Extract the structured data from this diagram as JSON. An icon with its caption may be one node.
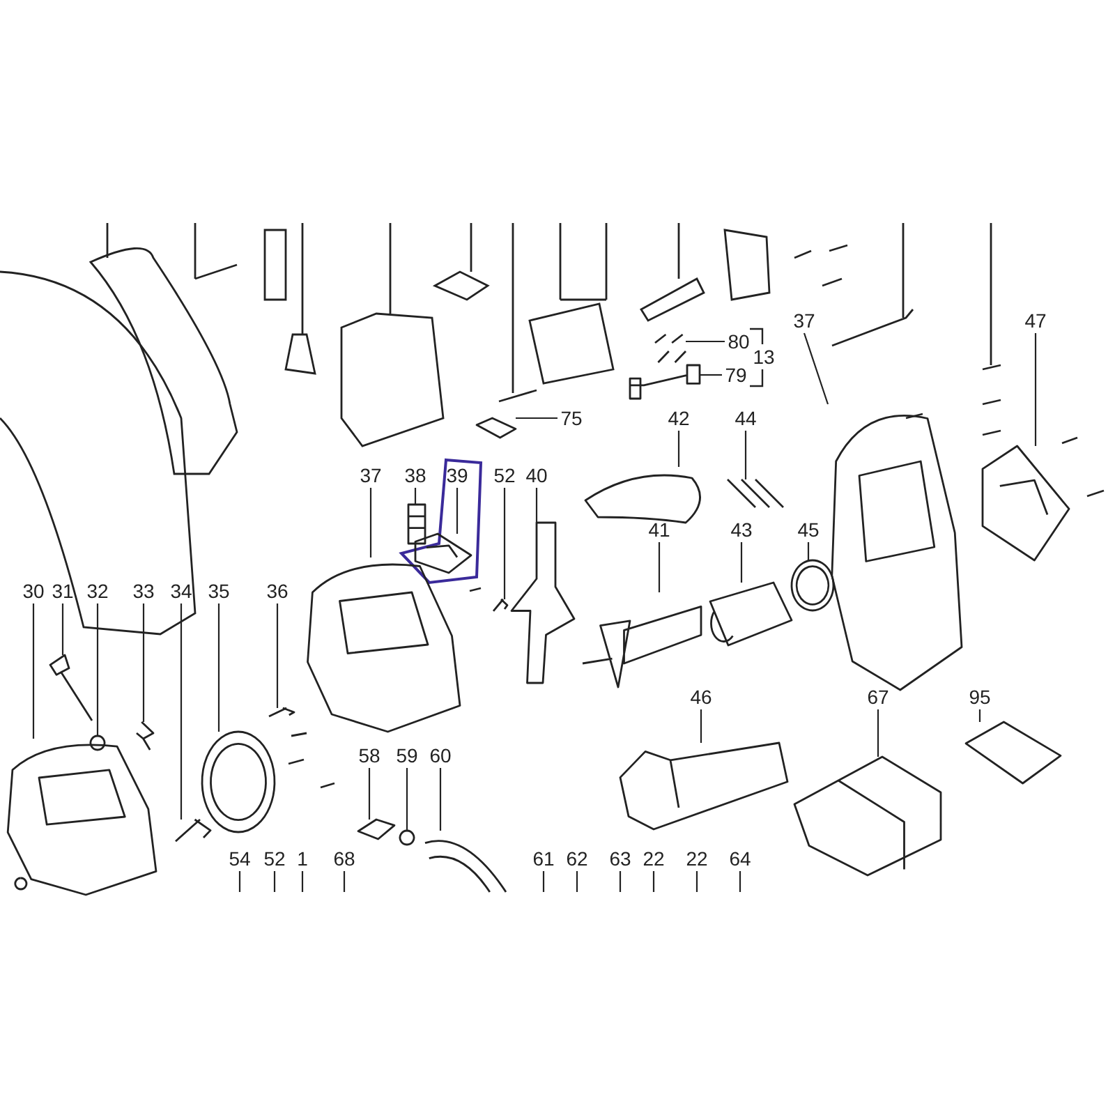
{
  "diagram": {
    "nodes": [
      {
        "text": [
          "37"
        ]
      },
      {
        "text": [
          "47"
        ]
      },
      {
        "text": [
          "80"
        ]
      },
      {
        "text": [
          "79"
        ]
      },
      {
        "text": [
          "75"
        ]
      },
      {
        "text": [
          "42"
        ]
      },
      {
        "text": [
          "44"
        ]
      },
      {
        "text": [
          "37"
        ]
      },
      {
        "text": [
          "38"
        ]
      },
      {
        "text": [
          "39"
        ]
      },
      {
        "text": [
          "52"
        ]
      },
      {
        "text": [
          "40"
        ]
      },
      {
        "text": [
          "41"
        ]
      },
      {
        "text": [
          "43"
        ]
      },
      {
        "text": [
          "45"
        ]
      },
      {
        "text": [
          "30"
        ]
      },
      {
        "text": [
          "31"
        ]
      },
      {
        "text": [
          "32"
        ]
      },
      {
        "text": [
          "33"
        ]
      },
      {
        "text": [
          "34"
        ]
      },
      {
        "text": [
          "35"
        ]
      },
      {
        "text": [
          "36"
        ]
      },
      {
        "text": [
          "46"
        ]
      },
      {
        "text": [
          "67"
        ]
      },
      {
        "text": [
          "95"
        ]
      },
      {
        "text": [
          "58"
        ]
      },
      {
        "text": [
          "59"
        ]
      },
      {
        "text": [
          "60"
        ]
      },
      {
        "text": [
          "54"
        ]
      },
      {
        "text": [
          "52"
        ]
      },
      {
        "text": [
          "1"
        ]
      },
      {
        "text": [
          "68"
        ]
      },
      {
        "text": [
          "61"
        ]
      },
      {
        "text": [
          "62"
        ]
      },
      {
        "text": [
          "63"
        ]
      },
      {
        "text": [
          "22"
        ]
      },
      {
        "text": [
          "22"
        ]
      },
      {
        "text": [
          "64"
        ]
      },
      {
        "text": [],
        "shape": "picture"
      },
      {
        "text": [],
        "shape": "picture"
      },
      {
        "text": [],
        "shape": "picture"
      },
      {
        "text": [],
        "shape": "picture"
      },
      {
        "text": [],
        "shape": "picture"
      },
      {
        "text": [],
        "shape": "picture"
      },
      {
        "text": [],
        "shape": "picture"
      },
      {
        "text": [],
        "shape": "picture"
      },
      {
        "text": [],
        "shape": "picture"
      },
      {
        "text": [],
        "shape": "picture"
      },
      {
        "text": [],
        "shape": "picture"
      },
      {
        "text": [],
        "shape": "picture"
      },
      {
        "text": [],
        "shape": "picture"
      },
      {
        "text": [],
        "shape": "picture"
      },
      {
        "text": [],
        "shape": "picture"
      },
      {
        "text": [],
        "shape": "picture"
      },
      {
        "text": [],
        "shape": "picture"
      },
      {
        "text": [],
        "shape": "circle"
      },
      {
        "text": [],
        "shape": "picture"
      },
      {
        "text": [],
        "shape": "picture"
      },
      {
        "text": [],
        "shape": "picture"
      },
      {
        "text": [],
        "shape": "picture"
      },
      {
        "text": [],
        "shape": "picture"
      },
      {
        "text": [],
        "shape": "picture"
      },
      {
        "text": [],
        "shape": "picture"
      },
      {
        "text": [],
        "shape": "picture"
      },
      {
        "text": [],
        "shape": "circle"
      },
      {
        "text": [],
        "shape": "picture"
      }
    ],
    "edges": [
      {
        "from": 0,
        "to": 38,
        "arrow": "none"
      },
      {
        "from": 1,
        "to": 39,
        "arrow": "none"
      },
      {
        "from": 2,
        "to": 40,
        "arrow": "none"
      },
      {
        "from": 3,
        "to": 41,
        "arrow": "none"
      },
      {
        "from": 4,
        "to": 42,
        "arrow": "none"
      },
      {
        "from": 5,
        "to": 43,
        "arrow": "none"
      },
      {
        "from": 6,
        "to": 44,
        "arrow": "none"
      },
      {
        "from": 7,
        "to": 45,
        "arrow": "none"
      },
      {
        "from": 8,
        "to": 46,
        "arrow": "none"
      },
      {
        "from": 9,
        "to": 47,
        "arrow": "none"
      },
      {
        "from": 10,
        "to": 48,
        "arrow": "none"
      },
      {
        "from": 11,
        "to": 49,
        "arrow": "none"
      },
      {
        "from": 12,
        "to": 50,
        "arrow": "none"
      },
      {
        "from": 13,
        "to": 51,
        "arrow": "none"
      },
      {
        "from": 14,
        "to": 52,
        "arrow": "none"
      },
      {
        "from": 15,
        "to": 53,
        "arrow": "none"
      },
      {
        "from": 16,
        "to": 54,
        "arrow": "none"
      },
      {
        "from": 17,
        "to": 55,
        "arrow": "none"
      },
      {
        "from": 18,
        "to": 56,
        "arrow": "none"
      },
      {
        "from": 19,
        "to": 57,
        "arrow": "none"
      },
      {
        "from": 20,
        "to": 58,
        "arrow": "none"
      },
      {
        "from": 21,
        "to": 59,
        "arrow": "none"
      },
      {
        "from": 22,
        "to": 60,
        "arrow": "none"
      },
      {
        "from": 23,
        "to": 61,
        "arrow": "none"
      },
      {
        "from": 24,
        "to": 62,
        "arrow": "none"
      },
      {
        "from": 25,
        "to": 63,
        "arrow": "none"
      },
      {
        "from": 26,
        "to": 64,
        "arrow": "none"
      },
      {
        "from": 27,
        "to": 65,
        "arrow": "none"
      },
      {
        "from": 28,
        "to": null,
        "arrow": "none"
      },
      {
        "from": 29,
        "to": null,
        "arrow": "none"
      },
      {
        "from": 30,
        "to": null,
        "arrow": "none"
      },
      {
        "from": 31,
        "to": null,
        "arrow": "none"
      },
      {
        "from": 32,
        "to": null,
        "arrow": "none"
      },
      {
        "from": 33,
        "to": null,
        "arrow": "none"
      },
      {
        "from": 34,
        "to": null,
        "arrow": "none"
      },
      {
        "from": 35,
        "to": null,
        "arrow": "none"
      },
      {
        "from": 36,
        "to": null,
        "arrow": "none"
      },
      {
        "from": 37,
        "to": null,
        "arrow": "none"
      }
    ],
    "labels": [
      "13"
    ]
  }
}
